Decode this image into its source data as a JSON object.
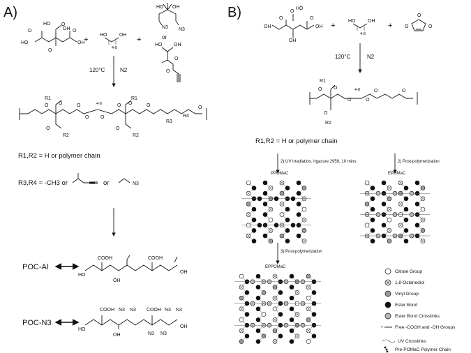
{
  "panel_a": {
    "label": "A)",
    "monomer_labels": {
      "citric_acid": [
        "HO",
        "O",
        "OH",
        "O",
        "HO",
        "O",
        "OH",
        "O"
      ],
      "diol": [
        "HO",
        "OH",
        "4-8"
      ],
      "azide_diol": [
        "HO",
        "OH",
        "N3",
        "N3"
      ],
      "or": "or",
      "alkyne_diol": [
        "HO",
        "OH",
        "O",
        "O"
      ]
    },
    "plus": "+",
    "conditions": {
      "temp": "120°C",
      "gas": "N2"
    },
    "polymer_labels": [
      "R1",
      "O",
      "O",
      "O",
      "O",
      "4-8",
      "O",
      "O",
      "R1",
      "O",
      "O",
      "O",
      "R2",
      "O",
      "R2",
      "R3",
      "R4",
      "O"
    ],
    "r_definition_1": "R1,R2 = H or polymer chain",
    "r_definition_2": {
      "prefix": "R3,R4 = -CH3 or",
      "or": "or",
      "n3": "N3"
    },
    "products": [
      {
        "name": "POC-Al",
        "labels": [
          "COOH",
          "COOH",
          "HO",
          "OH",
          "OH"
        ]
      },
      {
        "name": "POC-N3",
        "labels": [
          "COOH",
          "N3",
          "N3",
          "COOH",
          "N3",
          "N3",
          "HO",
          "OH",
          "N3",
          "N3",
          "OH"
        ]
      }
    ]
  },
  "panel_b": {
    "label": "B)",
    "monomer_labels": {
      "citric_acid": [
        "O",
        "HO",
        "O",
        "OH",
        "O",
        "OH",
        "OH"
      ],
      "diol": [
        "HO",
        "OH",
        "4-8"
      ],
      "maleic_anhydride": [
        "O",
        "O",
        "O"
      ]
    },
    "plus": "+",
    "conditions": {
      "temp": "120°C",
      "gas": "N2"
    },
    "polymer_labels": [
      "R1",
      "O",
      "O",
      "4-8",
      "O",
      "O",
      "O",
      "O",
      "O",
      "R2"
    ],
    "r_definition": "R1,R2 = H or polymer chain",
    "step_left": "2) UV Irradiation, Irgacure 2959, 10 mins.",
    "step_right": "2) Post-polymerization",
    "step_down": "3) Post-polymerization",
    "network_labels": [
      "PPOMaC",
      "EPOMaC",
      "EPPOMaC"
    ],
    "legend": [
      {
        "key": "citrate",
        "label": "Citrate Group"
      },
      {
        "key": "octanediol",
        "label": "1,8-Octanediol"
      },
      {
        "key": "vinyl",
        "label": "Vinyl Group"
      },
      {
        "key": "ester",
        "label": "Ester Bond"
      },
      {
        "key": "ester_crosslink",
        "label": "Ester Bond Crosslinks"
      },
      {
        "key": "free",
        "label": "Free -COOH and -OH Groups"
      },
      {
        "key": "uv",
        "label": "UV Crosslinks"
      },
      {
        "key": "prepolymer",
        "label": "Pre-POMaC Polymer Chain"
      }
    ]
  },
  "colors": {
    "citrate": "#ffffff",
    "ester": "#111111",
    "vinyl": "#9a9a9a",
    "ester_crosslink": "#b8b8b8",
    "line": "#111111"
  }
}
